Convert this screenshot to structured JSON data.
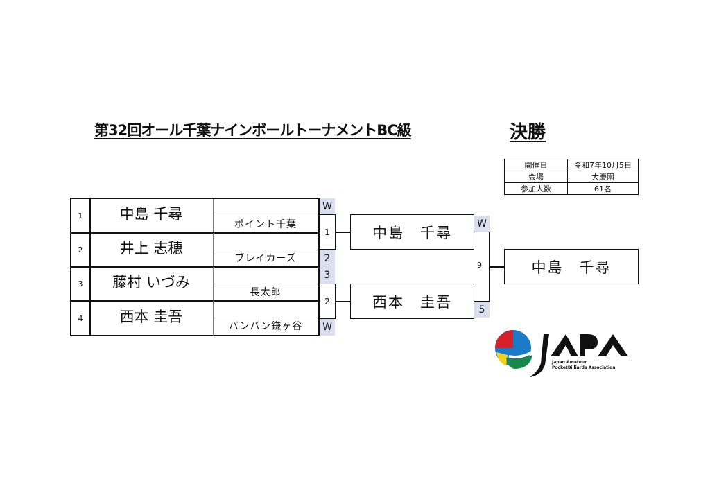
{
  "header": {
    "title": "第32回オール千葉ナインボールトーナメントBC級",
    "round": "決勝"
  },
  "info": [
    {
      "label": "開催日",
      "value": "令和7年10月5日"
    },
    {
      "label": "会場",
      "value": "大慶園"
    },
    {
      "label": "参加人数",
      "value": "61名"
    }
  ],
  "players": [
    {
      "seed": "1",
      "name": "中島 千尋",
      "team": "ポイント千葉"
    },
    {
      "seed": "2",
      "name": "井上 志穂",
      "team": "ブレイカーズ"
    },
    {
      "seed": "3",
      "name": "藤村 いづみ",
      "team": "長太郎"
    },
    {
      "seed": "4",
      "name": "西本 圭吾",
      "team": "バンバン鎌ヶ谷"
    }
  ],
  "round1": {
    "m1": {
      "top_score": "W",
      "match_no": "1",
      "bottom_score": "2"
    },
    "m2": {
      "top_score": "3",
      "match_no": "2",
      "bottom_score": "W"
    }
  },
  "semis": [
    {
      "name": "中島　千尋",
      "score": "W"
    },
    {
      "name": "西本　圭吾",
      "score": "5"
    }
  ],
  "final": {
    "match_no": "9",
    "winner": "中島　千尋"
  },
  "logo": {
    "text": "JAPA",
    "sub1": "Japan Amateur",
    "sub2": "PocketBilliards Association"
  },
  "colors": {
    "score_bg": "#d9dfee",
    "logo_red": "#d7202a",
    "logo_blue": "#1b7ac8",
    "logo_green": "#16884a",
    "logo_yellow": "#f2d21b"
  }
}
